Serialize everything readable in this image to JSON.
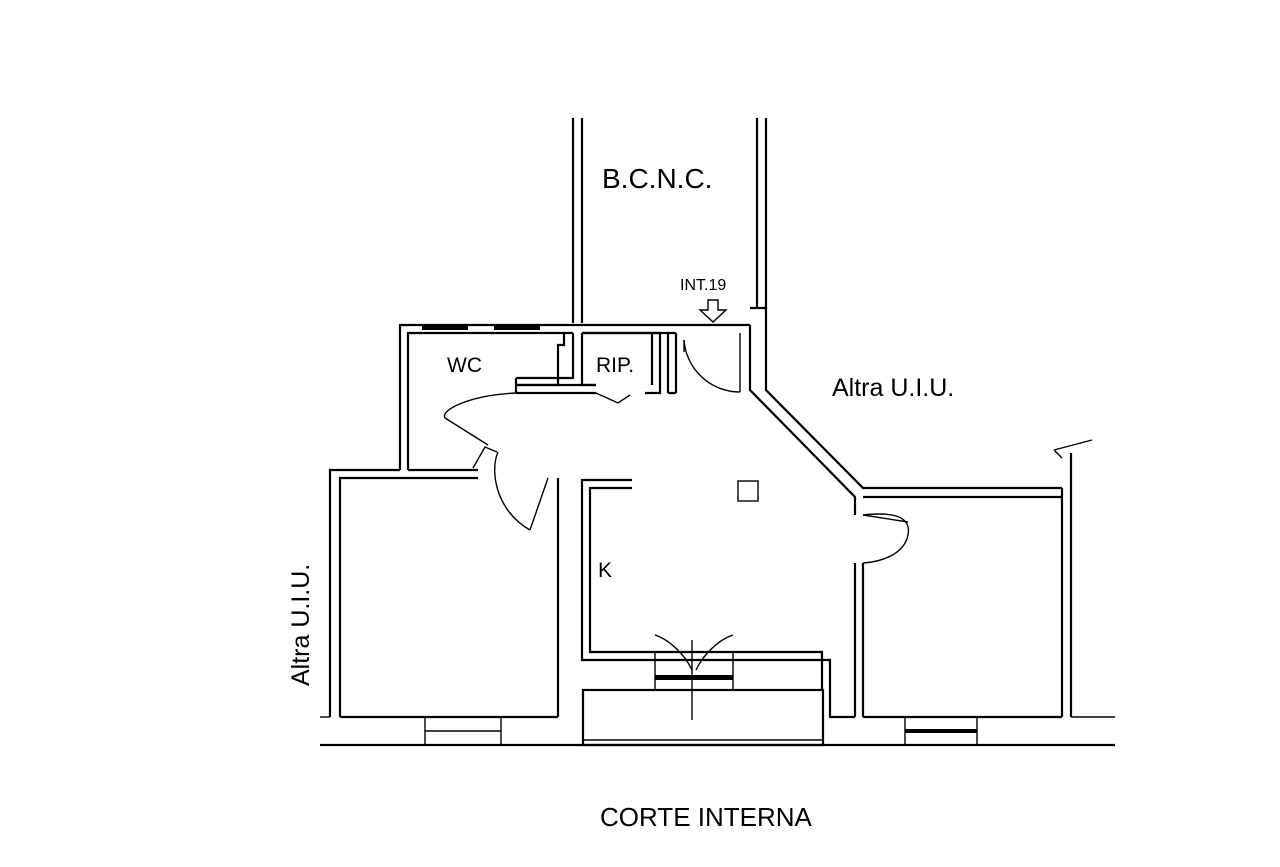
{
  "labels": {
    "bcnc": "B.C.N.C.",
    "int": "INT.19",
    "wc": "WC",
    "rip": "RIP.",
    "altra_right": "Altra U.I.U.",
    "altra_left": "Altra U.I.U.",
    "k": "K",
    "corte": "CORTE INTERNA"
  }
}
